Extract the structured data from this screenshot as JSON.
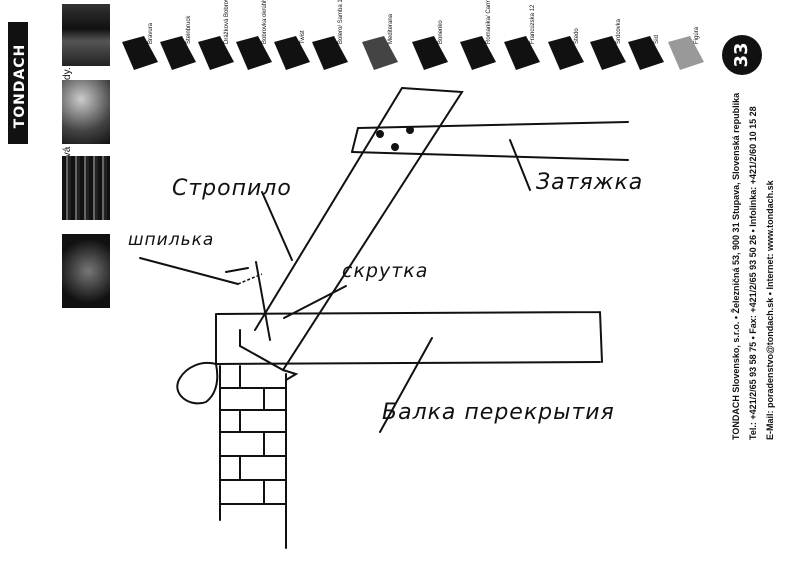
{
  "brand": {
    "logo": "TONDACH",
    "slogan": "Značková strecha z prírody."
  },
  "tiles": [
    "Bravura",
    "Steinbruck",
    "Drážková Bobrovka",
    "Bobrovka okrúhly rez",
    "Twist",
    "Bolero/ Samba 11",
    "Mediterana",
    "Bonenko",
    "Romanika/ Carmen",
    "Francúzska 12",
    "Štedo",
    "Srdcovka",
    "Šíd",
    "Figúra"
  ],
  "badge": {
    "text": "33"
  },
  "contact": {
    "line1": "TONDACH Slovensko, s.r.o. • Železničná 53, 900 31 Stupava, Slovenská republika",
    "line2": "Tel.: +421/2/65 93 58 75 • Fax: +421/2/65 93 50 26 • Infolinka: +421/2/60 10 15 28",
    "line3": "E-Mail: poradenstvo@tondach.sk • Internet: www.tondach.sk"
  },
  "labels": {
    "rafter": "Стропило",
    "tie": "Затяжка",
    "pin": "шпилька",
    "twist": "скрутка",
    "beam": "Балка перекрытия"
  }
}
